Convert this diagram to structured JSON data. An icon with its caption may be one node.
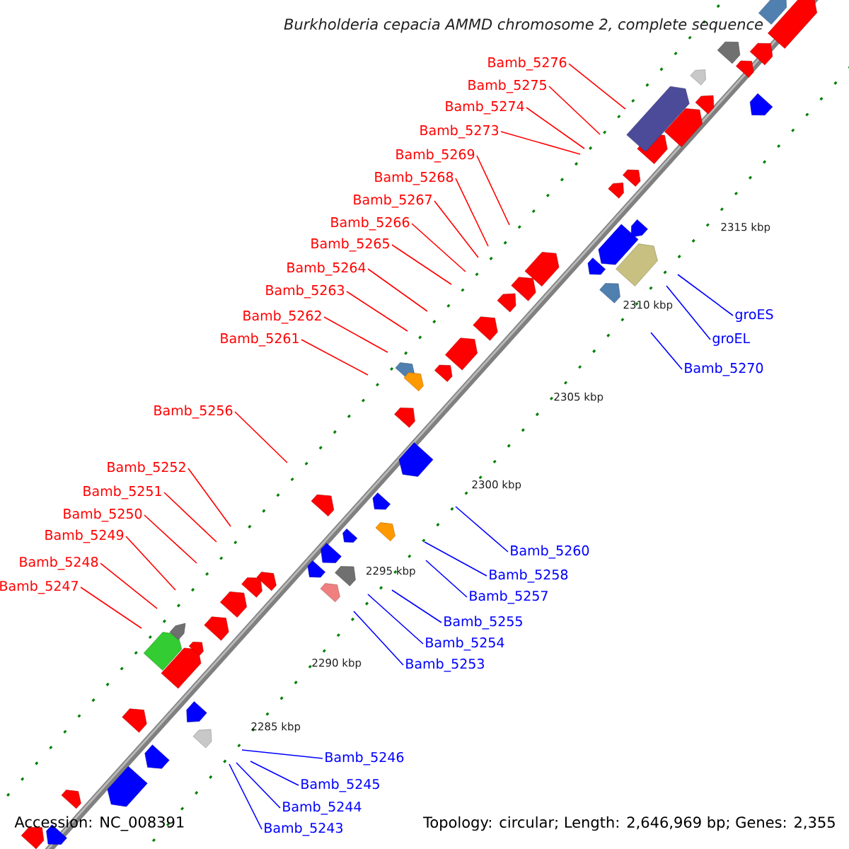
{
  "diagram": {
    "title": "*Burkholderia cepacia* AMMD chromosome 2, complete sequence",
    "nodes": [
      {
        "text": [
          "Bamb_5276"
        ]
      },
      {
        "text": [
          "Bamb_5275"
        ]
      },
      {
        "text": [
          "Bamb_5274"
        ]
      },
      {
        "text": [
          "Bamb_5273"
        ]
      },
      {
        "text": [
          "Bamb_5269"
        ]
      },
      {
        "text": [
          "Bamb_5268"
        ]
      },
      {
        "text": [
          "Bamb_5267"
        ]
      },
      {
        "text": [
          "Bamb_5266"
        ]
      },
      {
        "text": [
          "Bamb_5265"
        ]
      },
      {
        "text": [
          "Bamb_5264"
        ]
      },
      {
        "text": [
          "Bamb_5263"
        ]
      },
      {
        "text": [
          "groES"
        ]
      },
      {
        "text": [
          "Bamb_5262"
        ]
      },
      {
        "text": [
          "groEL"
        ]
      },
      {
        "text": [
          "Bamb_5261"
        ]
      },
      {
        "text": [
          "Bamb_5270"
        ]
      },
      {
        "text": [
          "Bamb_5256"
        ]
      },
      {
        "text": [
          "Bamb_5252"
        ]
      },
      {
        "text": [
          "Bamb_5251"
        ]
      },
      {
        "text": [
          "Bamb_5250"
        ]
      },
      {
        "text": [
          "Bamb_5249"
        ]
      },
      {
        "text": [
          "Bamb_5260"
        ]
      },
      {
        "text": [
          "Bamb_5248"
        ]
      },
      {
        "text": [
          "Bamb_5258"
        ]
      },
      {
        "text": [
          "Bamb_5247"
        ]
      },
      {
        "text": [
          "Bamb_5257"
        ]
      },
      {
        "text": [
          "Bamb_5255"
        ]
      },
      {
        "text": [
          "Bamb_5254"
        ]
      },
      {
        "text": [
          "Bamb_5253"
        ]
      },
      {
        "text": [
          "Bamb_5246"
        ]
      },
      {
        "text": [
          "Bamb_5245"
        ]
      },
      {
        "text": [
          "Bamb_5244"
        ]
      },
      {
        "text": [
          "Bamb_5243"
        ]
      }
    ],
    "edges": [
      {
        "from": 0,
        "to": null,
        "arrow": "none"
      },
      {
        "from": 1,
        "to": null,
        "arrow": "none"
      },
      {
        "from": 2,
        "to": null,
        "arrow": "none"
      },
      {
        "from": 3,
        "to": null,
        "arrow": "none"
      },
      {
        "from": 4,
        "to": null,
        "arrow": "none"
      },
      {
        "from": 5,
        "to": null,
        "arrow": "none"
      },
      {
        "from": 6,
        "to": null,
        "arrow": "none"
      },
      {
        "from": 7,
        "to": null,
        "arrow": "none"
      },
      {
        "from": 8,
        "to": null,
        "arrow": "none"
      },
      {
        "from": 9,
        "to": null,
        "arrow": "none"
      },
      {
        "from": 10,
        "to": null,
        "arrow": "none"
      },
      {
        "from": 11,
        "to": null,
        "arrow": "none",
        "color": "#0000ff"
      },
      {
        "from": 12,
        "to": null,
        "arrow": "none"
      },
      {
        "from": 13,
        "to": null,
        "arrow": "none",
        "color": "#0000ff"
      },
      {
        "from": 14,
        "to": null,
        "arrow": "none"
      },
      {
        "from": 15,
        "to": null,
        "arrow": "none",
        "color": "#0000ff"
      },
      {
        "from": 16,
        "to": null,
        "arrow": "none"
      },
      {
        "from": 17,
        "to": null,
        "arrow": "none"
      },
      {
        "from": 18,
        "to": null,
        "arrow": "none"
      },
      {
        "from": 19,
        "to": null,
        "arrow": "none"
      },
      {
        "from": 20,
        "to": null,
        "arrow": "none"
      },
      {
        "from": 21,
        "to": null,
        "arrow": "none",
        "color": "#0000ff"
      },
      {
        "from": 22,
        "to": null,
        "arrow": "none"
      },
      {
        "from": 23,
        "to": null,
        "arrow": "none",
        "color": "#0000ff"
      },
      {
        "from": 24,
        "to": null,
        "arrow": "none"
      },
      {
        "from": 25,
        "to": null,
        "arrow": "none",
        "color": "#0000ff"
      },
      {
        "from": 26,
        "to": null,
        "arrow": "none",
        "color": "#0000ff"
      },
      {
        "from": 27,
        "to": null,
        "arrow": "none",
        "color": "#0000ff"
      },
      {
        "from": 28,
        "to": null,
        "arrow": "none",
        "color": "#0000ff"
      },
      {
        "from": 29,
        "to": null,
        "arrow": "none",
        "color": "#0000ff"
      },
      {
        "from": 30,
        "to": null,
        "arrow": "none",
        "color": "#0000ff"
      },
      {
        "from": 31,
        "to": null,
        "arrow": "none",
        "color": "#0000ff"
      },
      {
        "from": 32,
        "to": null,
        "arrow": "none",
        "color": "#0000ff"
      }
    ],
    "labels": [
      "2315 kbp",
      "2310 kbp",
      "2305 kbp",
      "2300 kbp",
      "2295 kbp",
      "2290 kbp",
      "2285 kbp",
      "Accession: NC_008391",
      "Topology: circular; Length: 2,646,969 bp; Genes: 2,355"
    ]
  }
}
